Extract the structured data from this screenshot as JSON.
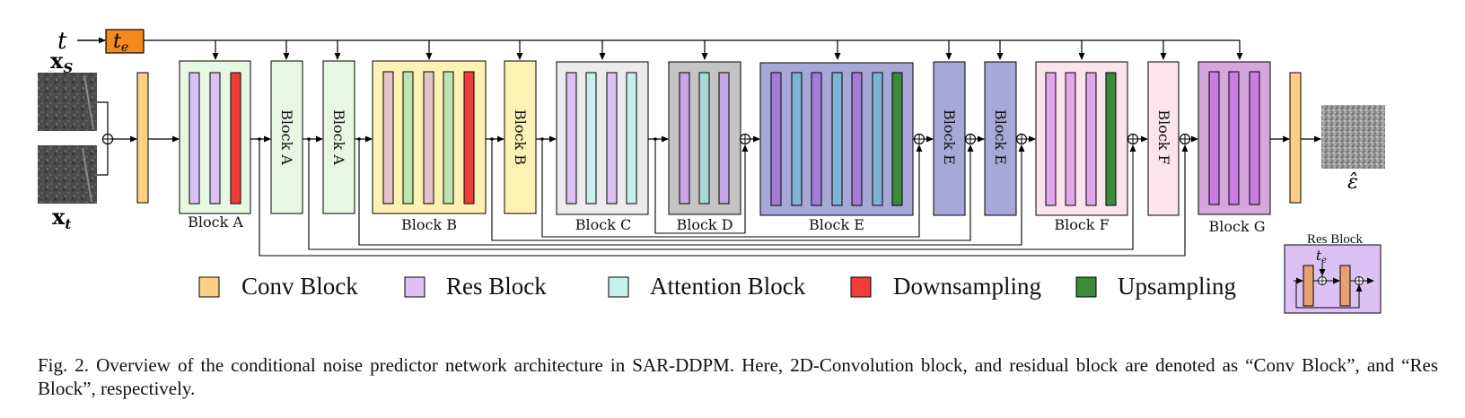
{
  "inputs": {
    "time_label": "t",
    "time_embed_label": "t",
    "time_embed_sub": "e",
    "xs_main": "x",
    "xs_sub": "S",
    "xt_main": "x",
    "xt_sub": "t",
    "output_label": "ε̂"
  },
  "blocks": {
    "block_a_1": "Block A",
    "block_a_2": "Block A",
    "block_a_3": "Block A",
    "block_b_1": "Block B",
    "block_b_2": "Block B",
    "block_c": "Block C",
    "block_d": "Block D",
    "block_e_1": "Block E",
    "block_e_2": "Block E",
    "block_e_3": "Block E",
    "block_f_1": "Block F",
    "block_f_2": "Block F",
    "block_g": "Block G"
  },
  "inset": {
    "title": "Res Block",
    "te_main": "t",
    "te_sub": "e"
  },
  "legend": [
    {
      "label": "Conv Block",
      "color": "#fcd084"
    },
    {
      "label": "Res Block",
      "color": "#dcc2f4"
    },
    {
      "label": "Attention Block",
      "color": "#c8f0ec"
    },
    {
      "label": "Downsampling",
      "color": "#f23c3c"
    },
    {
      "label": "Upsampling",
      "color": "#3a8a3a"
    }
  ],
  "caption": "Fig. 2.  Overview of the conditional noise predictor network architecture in SAR-DDPM. Here, 2D-Convolution block, and residual block are denoted as “Conv Block”, and “Res Block”, respectively.",
  "colors": {
    "conv": "#fcd084",
    "time_embed": "#f28a1c",
    "res": "#dcc2f4",
    "attention": "#c8f0ec",
    "down": "#f23c3c",
    "up": "#3a8a3a",
    "block_a_bg": "#e6f8e2",
    "block_b_bg": "#fcf2b4",
    "block_c_bg": "#ececec",
    "block_d_bg": "#c4c4c4",
    "block_e_bg": "#a8a8d8",
    "block_f_bg": "#fce4ec",
    "block_g_bg": "#d6a6dc"
  }
}
